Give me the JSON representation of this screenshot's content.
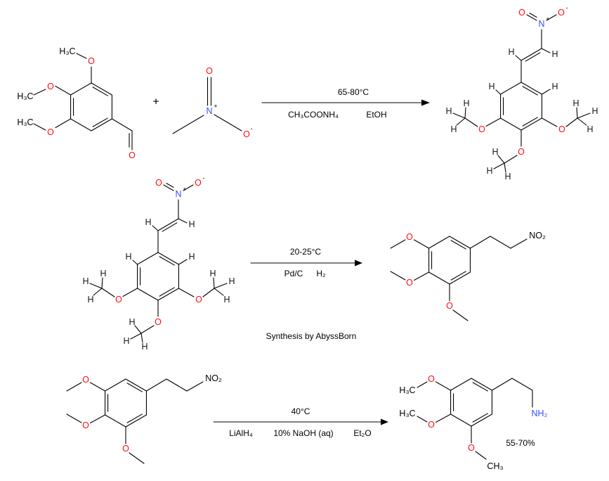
{
  "scheme": {
    "row1": {
      "aldehyde": {
        "labels": [
          "H₃C",
          "O",
          "H₃C",
          "O",
          "H₃C",
          "O",
          "O"
        ]
      },
      "plus": "+",
      "nitromethane": {
        "labels": [
          "N",
          "+",
          "O",
          "O",
          "-"
        ]
      },
      "arrow": {
        "temperature": "65-80°C",
        "reagent": "CH₃COONH₄",
        "solvent": "EtOH"
      },
      "nitrostyrene": {
        "labels": [
          "O",
          "N",
          "+",
          "O",
          "-",
          "H",
          "H",
          "H",
          "H",
          "O",
          "O",
          "O",
          "H",
          "H",
          "H",
          "H",
          "H",
          "H",
          "H",
          "H",
          "H"
        ]
      }
    },
    "row2": {
      "nitrostyrene": {
        "labels": [
          "O",
          "N",
          "+",
          "O",
          "-",
          "H",
          "H",
          "H",
          "H",
          "O",
          "O",
          "O",
          "H",
          "H",
          "H",
          "H",
          "H",
          "H",
          "H",
          "H",
          "H"
        ]
      },
      "arrow": {
        "temperature": "20-25°C",
        "catalyst": "Pd/C",
        "reagent": "H₂"
      },
      "nitroethane": {
        "labels": [
          "O",
          "O",
          "O",
          "NO₂"
        ]
      },
      "credit": "Synthesis by AbyssBorn"
    },
    "row3": {
      "nitroethane": {
        "labels": [
          "O",
          "O",
          "O",
          "NO₂"
        ]
      },
      "arrow": {
        "temperature": "40°C",
        "reagent": "LiAlH₄",
        "workup": "10% NaOH (aq)",
        "solvent": "Et₂O"
      },
      "amine": {
        "labels": [
          "H₃C",
          "O",
          "H₃C",
          "O",
          "O",
          "CH₃",
          "NH₂"
        ]
      },
      "yield": "55-70%"
    }
  },
  "colors": {
    "oxygen": "#ff0d0d",
    "nitrogen": "#3050f8",
    "bond": "#000000",
    "hydrogen": "#1a1a1a"
  }
}
